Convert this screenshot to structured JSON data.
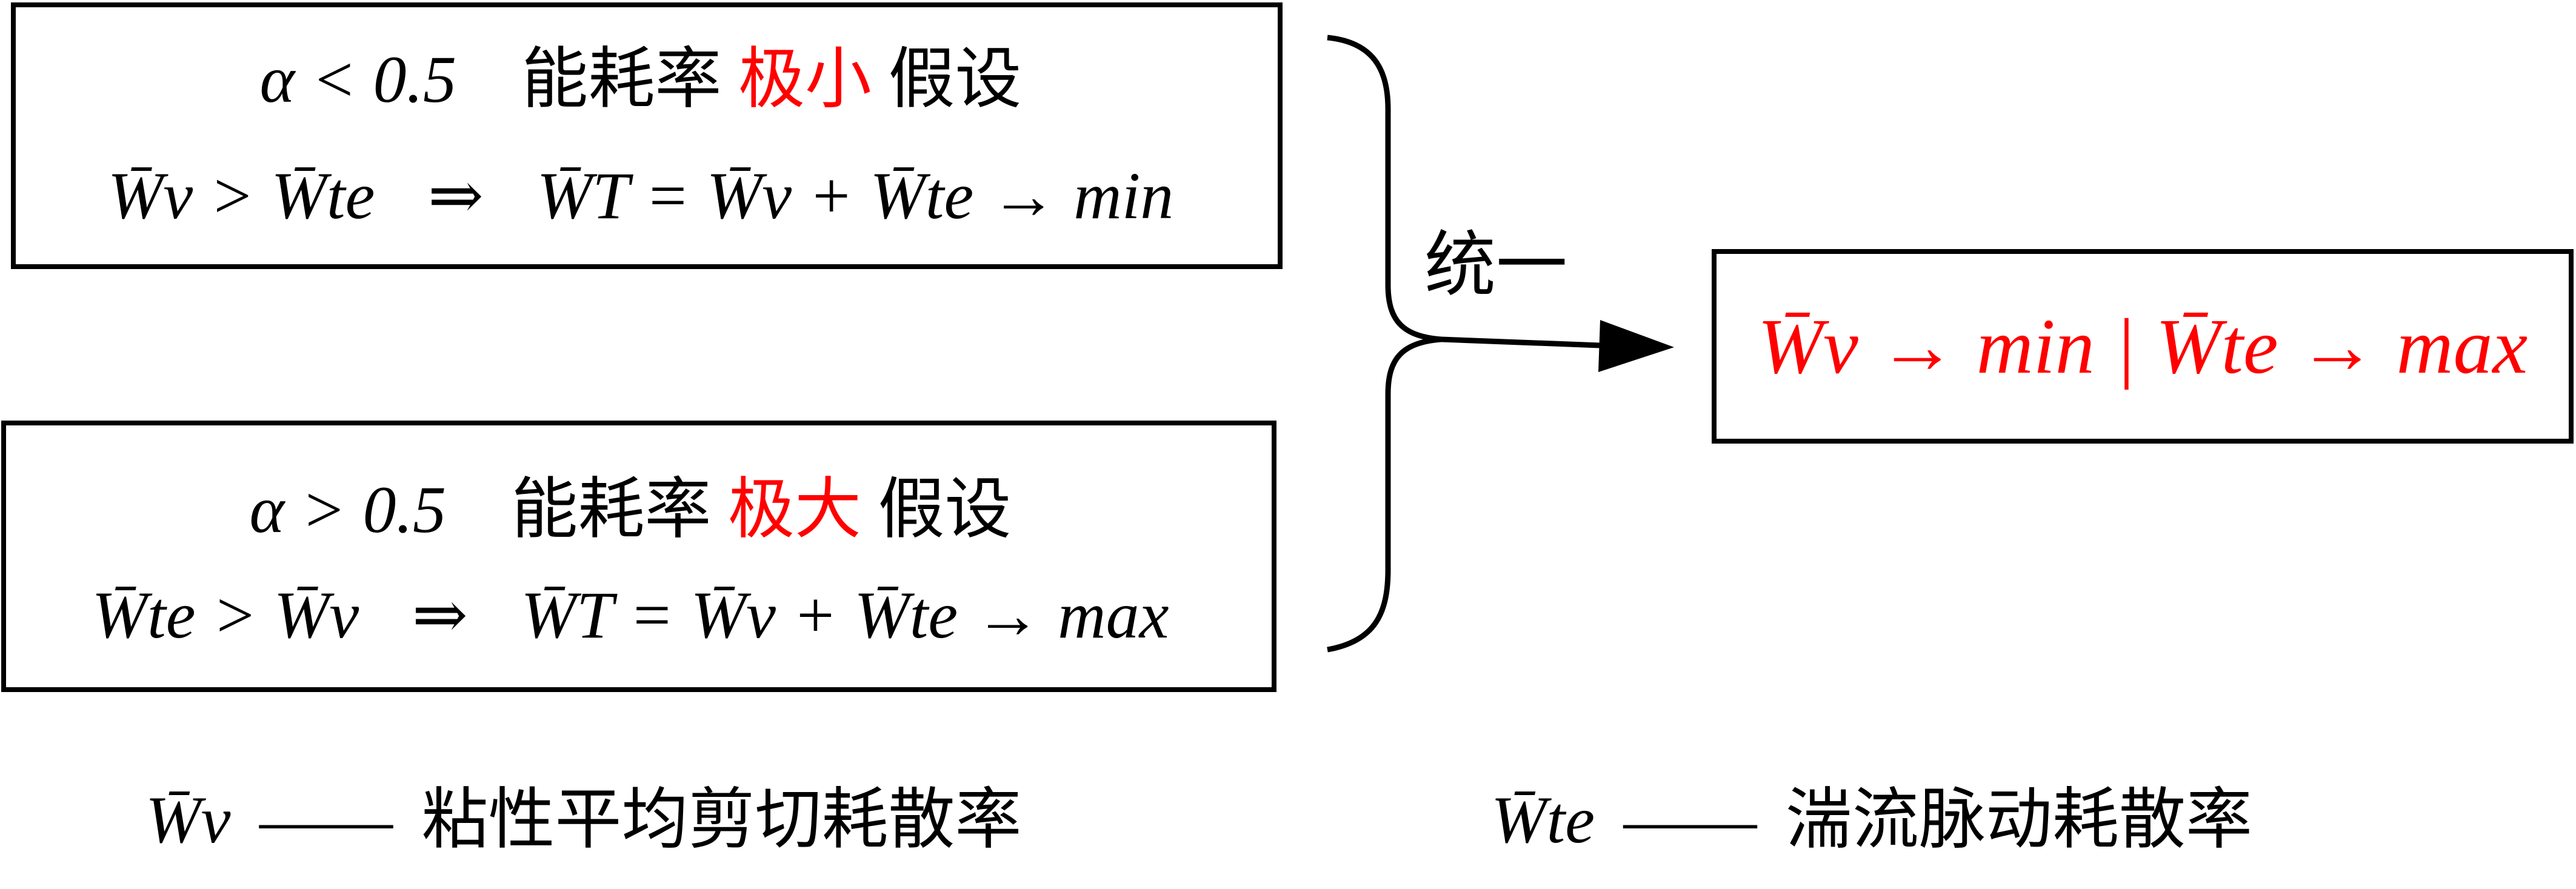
{
  "colors": {
    "text": "#000000",
    "accent": "#ff0000",
    "box_border": "#000000"
  },
  "box_small": {
    "condition": "α < 0.5",
    "label_pre": "能耗率",
    "label_accent": "极小",
    "label_post": "假设",
    "relation": "W̄ν > W̄te",
    "implies": "⇒",
    "result": "W̄T = W̄ν + W̄te → min"
  },
  "box_large": {
    "condition": "α > 0.5",
    "label_pre": "能耗率",
    "label_accent": "极大",
    "label_post": "假设",
    "relation": "W̄te > W̄ν",
    "implies": "⇒",
    "result": "W̄T = W̄ν + W̄te → max"
  },
  "unify_label": "统一",
  "result_box": {
    "text": "W̄ν → min | W̄te → max"
  },
  "legend": {
    "nu": {
      "symbol": "W̄ν",
      "dash": "——",
      "text": "粘性平均剪切耗散率"
    },
    "te": {
      "symbol": "W̄te",
      "dash": "——",
      "text": "湍流脉动耗散率"
    }
  }
}
